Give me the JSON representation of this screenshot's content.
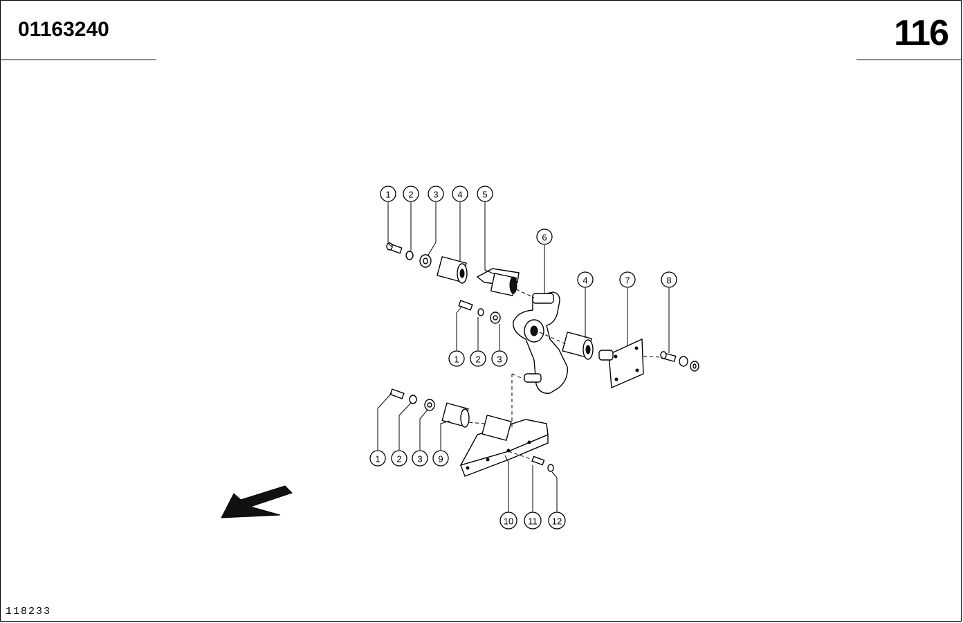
{
  "header": {
    "doc_number": "01163240",
    "page_number": "116"
  },
  "footer": {
    "drawing_id": "118233"
  },
  "callouts": [
    {
      "id": "c-1a",
      "label": "1"
    },
    {
      "id": "c-2a",
      "label": "2"
    },
    {
      "id": "c-3a",
      "label": "3"
    },
    {
      "id": "c-4a",
      "label": "4"
    },
    {
      "id": "c-5",
      "label": "5"
    },
    {
      "id": "c-6",
      "label": "6"
    },
    {
      "id": "c-4b",
      "label": "4"
    },
    {
      "id": "c-7",
      "label": "7"
    },
    {
      "id": "c-8",
      "label": "8"
    },
    {
      "id": "c-1b",
      "label": "1"
    },
    {
      "id": "c-2b",
      "label": "2"
    },
    {
      "id": "c-3b",
      "label": "3"
    },
    {
      "id": "c-1c",
      "label": "1"
    },
    {
      "id": "c-2c",
      "label": "2"
    },
    {
      "id": "c-3c",
      "label": "3"
    },
    {
      "id": "c-9",
      "label": "9"
    },
    {
      "id": "c-10",
      "label": "10"
    },
    {
      "id": "c-11",
      "label": "11"
    },
    {
      "id": "c-12",
      "label": "12"
    }
  ],
  "icons": {
    "direction_arrow": "arrow-down-left-icon"
  }
}
